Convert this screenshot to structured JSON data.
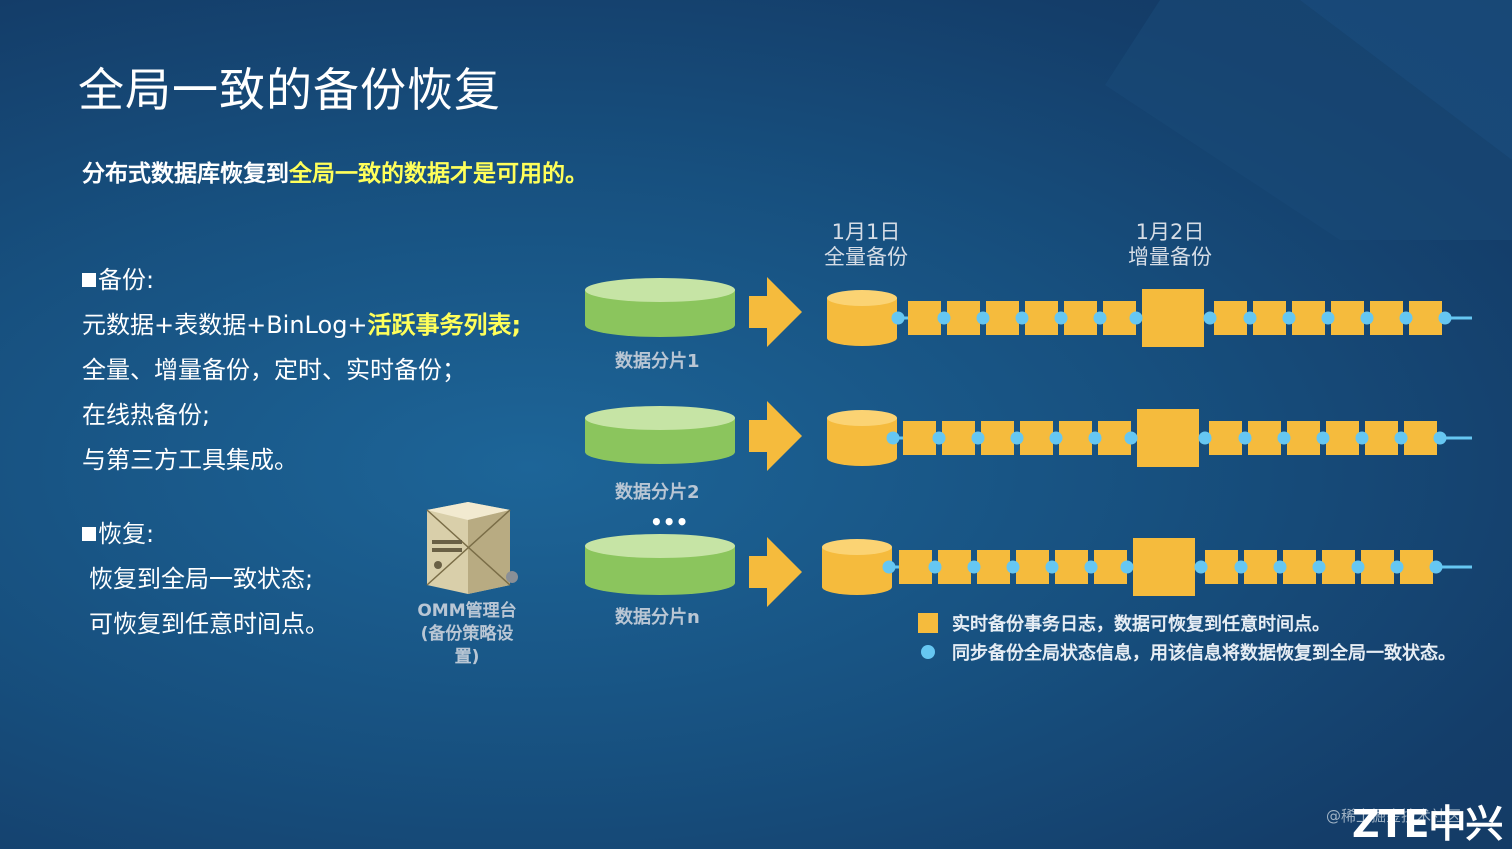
{
  "title": "全局一致的备份恢复",
  "subtitle": {
    "part1": "分布式数据库恢复到",
    "part2": "全局一致的数据才是可用的。"
  },
  "backup": {
    "heading": "备份:",
    "line1_a": "元数据+表数据+BinLog+",
    "line1_b": "活跃事务列表;",
    "line2": "全量、增量备份，定时、实时备份；",
    "line3": "在线热备份;",
    "line4": "与第三方工具集成。"
  },
  "restore": {
    "heading": "恢复:",
    "line1": "恢复到全局一致状态;",
    "line2": "可恢复到任意时间点。"
  },
  "server": {
    "label_line1": "OMM管理台",
    "label_line2": "(备份策略设",
    "label_line3": "置)",
    "icon": "server-icon"
  },
  "timeline": {
    "day1": {
      "date": "1月1日",
      "type": "全量备份"
    },
    "day2": {
      "date": "1月2日",
      "type": "增量备份"
    }
  },
  "shards": [
    {
      "label": "数据分片1"
    },
    {
      "label": "数据分片2"
    },
    {
      "label": "数据分片n"
    }
  ],
  "ellipsis": "•••",
  "legend": {
    "square": "实时备份事务日志，数据可恢复到任意时间点。",
    "dot": "同步备份全局状态信息，用该信息将数据恢复到全局一致状态。"
  },
  "watermark": "@稀土掘金技术社区",
  "logo": "ZTE中兴",
  "colors": {
    "background": "#17507f",
    "highlight": "#ffff5a",
    "disk": "#9fd26a",
    "log_block": "#f5bb3d",
    "sync_dot": "#66c7f2",
    "arrow": "#f5bb3d"
  }
}
